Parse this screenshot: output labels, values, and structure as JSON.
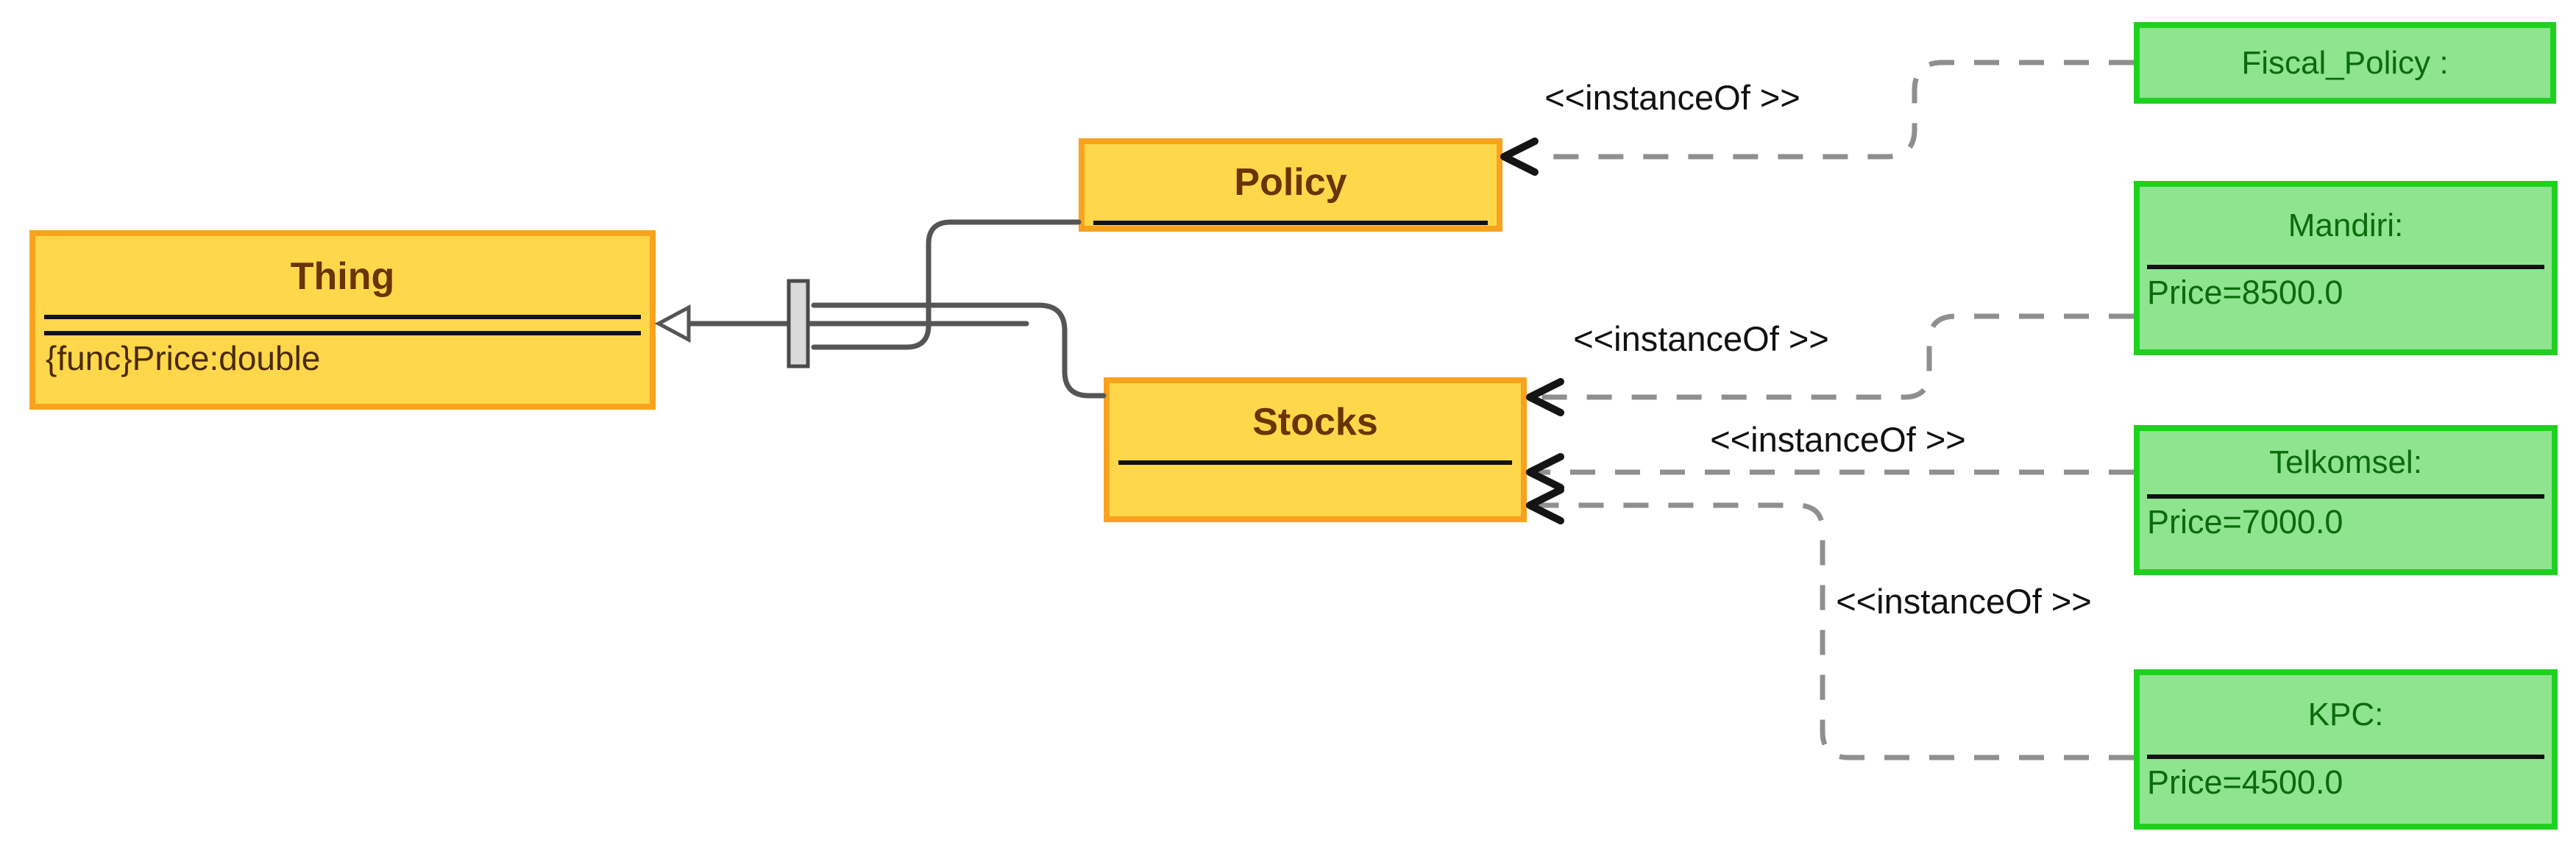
{
  "diagram": {
    "classes": {
      "thing": {
        "name": "Thing",
        "attribute": "{func}Price:double"
      },
      "policy": {
        "name": "Policy"
      },
      "stocks": {
        "name": "Stocks"
      }
    },
    "instances": {
      "fiscal_policy": {
        "title": "Fiscal_Policy :"
      },
      "mandiri": {
        "title": "Mandiri:",
        "attribute": "Price=8500.0"
      },
      "telkomsel": {
        "title": "Telkomsel:",
        "attribute": "Price=7000.0"
      },
      "kpc": {
        "title": "KPC:",
        "attribute": "Price=4500.0"
      }
    },
    "edge_label": "<<instanceOf >>",
    "relations": [
      {
        "from": "Policy",
        "to": "Thing",
        "type": "generalization"
      },
      {
        "from": "Stocks",
        "to": "Thing",
        "type": "generalization"
      },
      {
        "from": "Fiscal_Policy",
        "to": "Policy",
        "type": "instanceOf"
      },
      {
        "from": "Mandiri",
        "to": "Stocks",
        "type": "instanceOf"
      },
      {
        "from": "Telkomsel",
        "to": "Stocks",
        "type": "instanceOf"
      },
      {
        "from": "KPC",
        "to": "Stocks",
        "type": "instanceOf"
      }
    ],
    "colors": {
      "class_fill": "#FFD74B",
      "class_border": "#F9A21D",
      "class_text": "#6B3302",
      "instance_fill": "#8FE48F",
      "instance_border": "#1FD11F",
      "instance_text": "#0B6B0B",
      "separator": "#111111",
      "solid_line": "#555555",
      "dashed_line": "#8F8F8F",
      "label_text": "#111111",
      "junction_bar_fill": "#DADADA",
      "background": "#FFFFFF"
    }
  }
}
